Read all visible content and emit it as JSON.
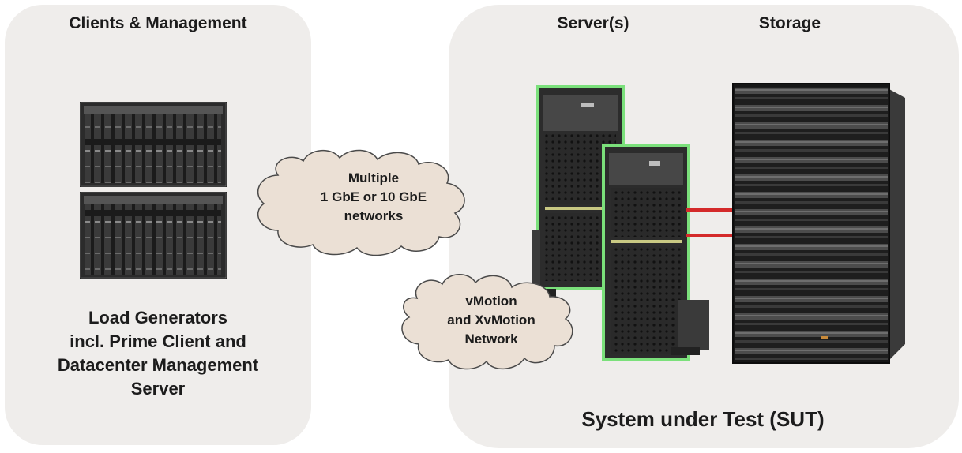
{
  "clients_panel": {
    "title": "Clients & Management",
    "description_lines": [
      "Load Generators",
      "incl. Prime Client and",
      "Datacenter Management",
      "Server"
    ]
  },
  "networks_cloud": {
    "lines": [
      "Multiple",
      "1 GbE or 10 GbE",
      "networks"
    ]
  },
  "sut_panel": {
    "servers_title": "Server(s)",
    "storage_title": "Storage",
    "label": "System under Test (SUT)"
  },
  "vmotion_cloud": {
    "lines": [
      "vMotion",
      "and XvMotion",
      "Network"
    ]
  },
  "colors": {
    "panel_bg": "#efedeb",
    "cloud_fill": "#ebe0d5",
    "cloud_stroke": "#4a4a4a",
    "link_red": "#d42a2a",
    "server_glow": "#7be07b"
  }
}
